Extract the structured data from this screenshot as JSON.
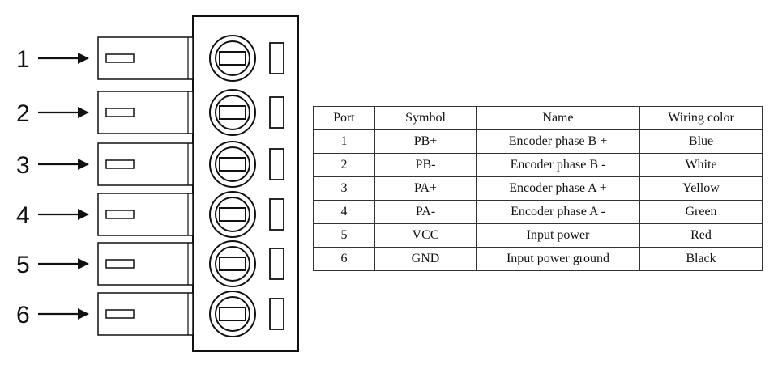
{
  "ports": [
    "1",
    "2",
    "3",
    "4",
    "5",
    "6"
  ],
  "table": {
    "headers": [
      "Port",
      "Symbol",
      "Name",
      "Wiring color"
    ],
    "rows": [
      [
        "1",
        "PB+",
        "Encoder phase B +",
        "Blue"
      ],
      [
        "2",
        "PB-",
        "Encoder phase B -",
        "White"
      ],
      [
        "3",
        "PA+",
        "Encoder phase A +",
        "Yellow"
      ],
      [
        "4",
        "PA-",
        "Encoder phase A -",
        "Green"
      ],
      [
        "5",
        "VCC",
        "Input power",
        "Red"
      ],
      [
        "6",
        "GND",
        "Input power ground",
        "Black"
      ]
    ]
  }
}
